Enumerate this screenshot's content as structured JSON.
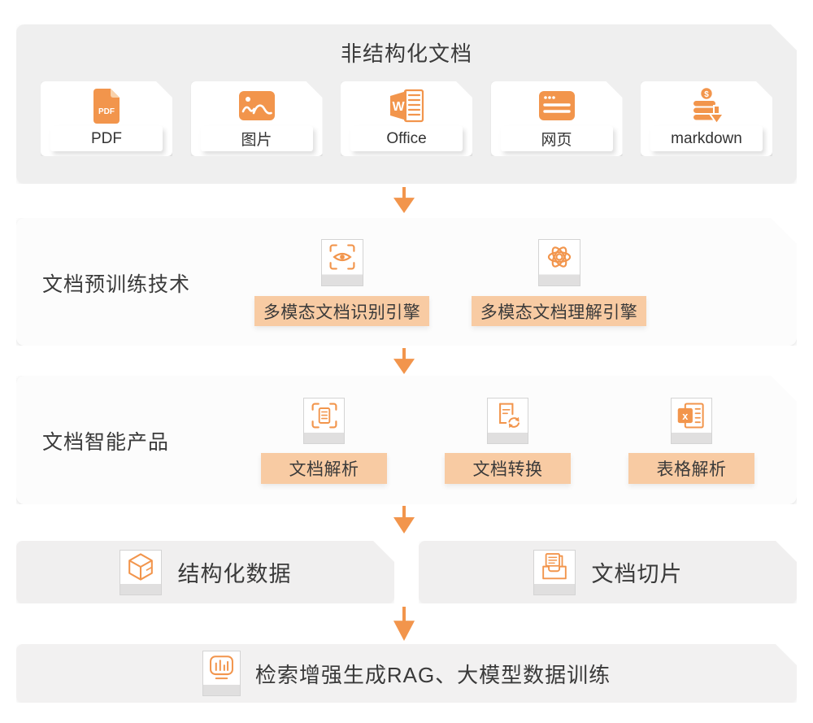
{
  "colors": {
    "accent_orange": "#F2954C",
    "chip_background": "#F8CBA3",
    "panel_gray": "#EFEFEF",
    "panel_white": "#FCFCFC",
    "text_dark": "#3A3A3A"
  },
  "flow": {
    "source": {
      "title": "非结构化文档",
      "cards": [
        {
          "label": "PDF",
          "icon": "pdf-file-icon"
        },
        {
          "label": "图片",
          "icon": "image-icon"
        },
        {
          "label": "Office",
          "icon": "word-doc-icon"
        },
        {
          "label": "网页",
          "icon": "webpage-icon"
        },
        {
          "label": "markdown",
          "icon": "data-export-icon"
        }
      ]
    },
    "pretrain": {
      "label": "文档预训练技术",
      "items": [
        {
          "label": "多模态文档识别引擎",
          "icon": "eye-scan-icon"
        },
        {
          "label": "多模态文档理解引擎",
          "icon": "atom-icon"
        }
      ]
    },
    "products": {
      "label": "文档智能产品",
      "items": [
        {
          "label": "文档解析",
          "icon": "doc-scan-icon"
        },
        {
          "label": "文档转换",
          "icon": "doc-convert-icon"
        },
        {
          "label": "表格解析",
          "icon": "table-sheet-icon"
        }
      ]
    },
    "outputs": {
      "items": [
        {
          "label": "结构化数据",
          "icon": "cube-icon"
        },
        {
          "label": "文档切片",
          "icon": "doc-tray-icon"
        }
      ]
    },
    "application": {
      "label": "检索增强生成RAG、大模型数据训练",
      "icon": "bar-chart-icon"
    }
  }
}
